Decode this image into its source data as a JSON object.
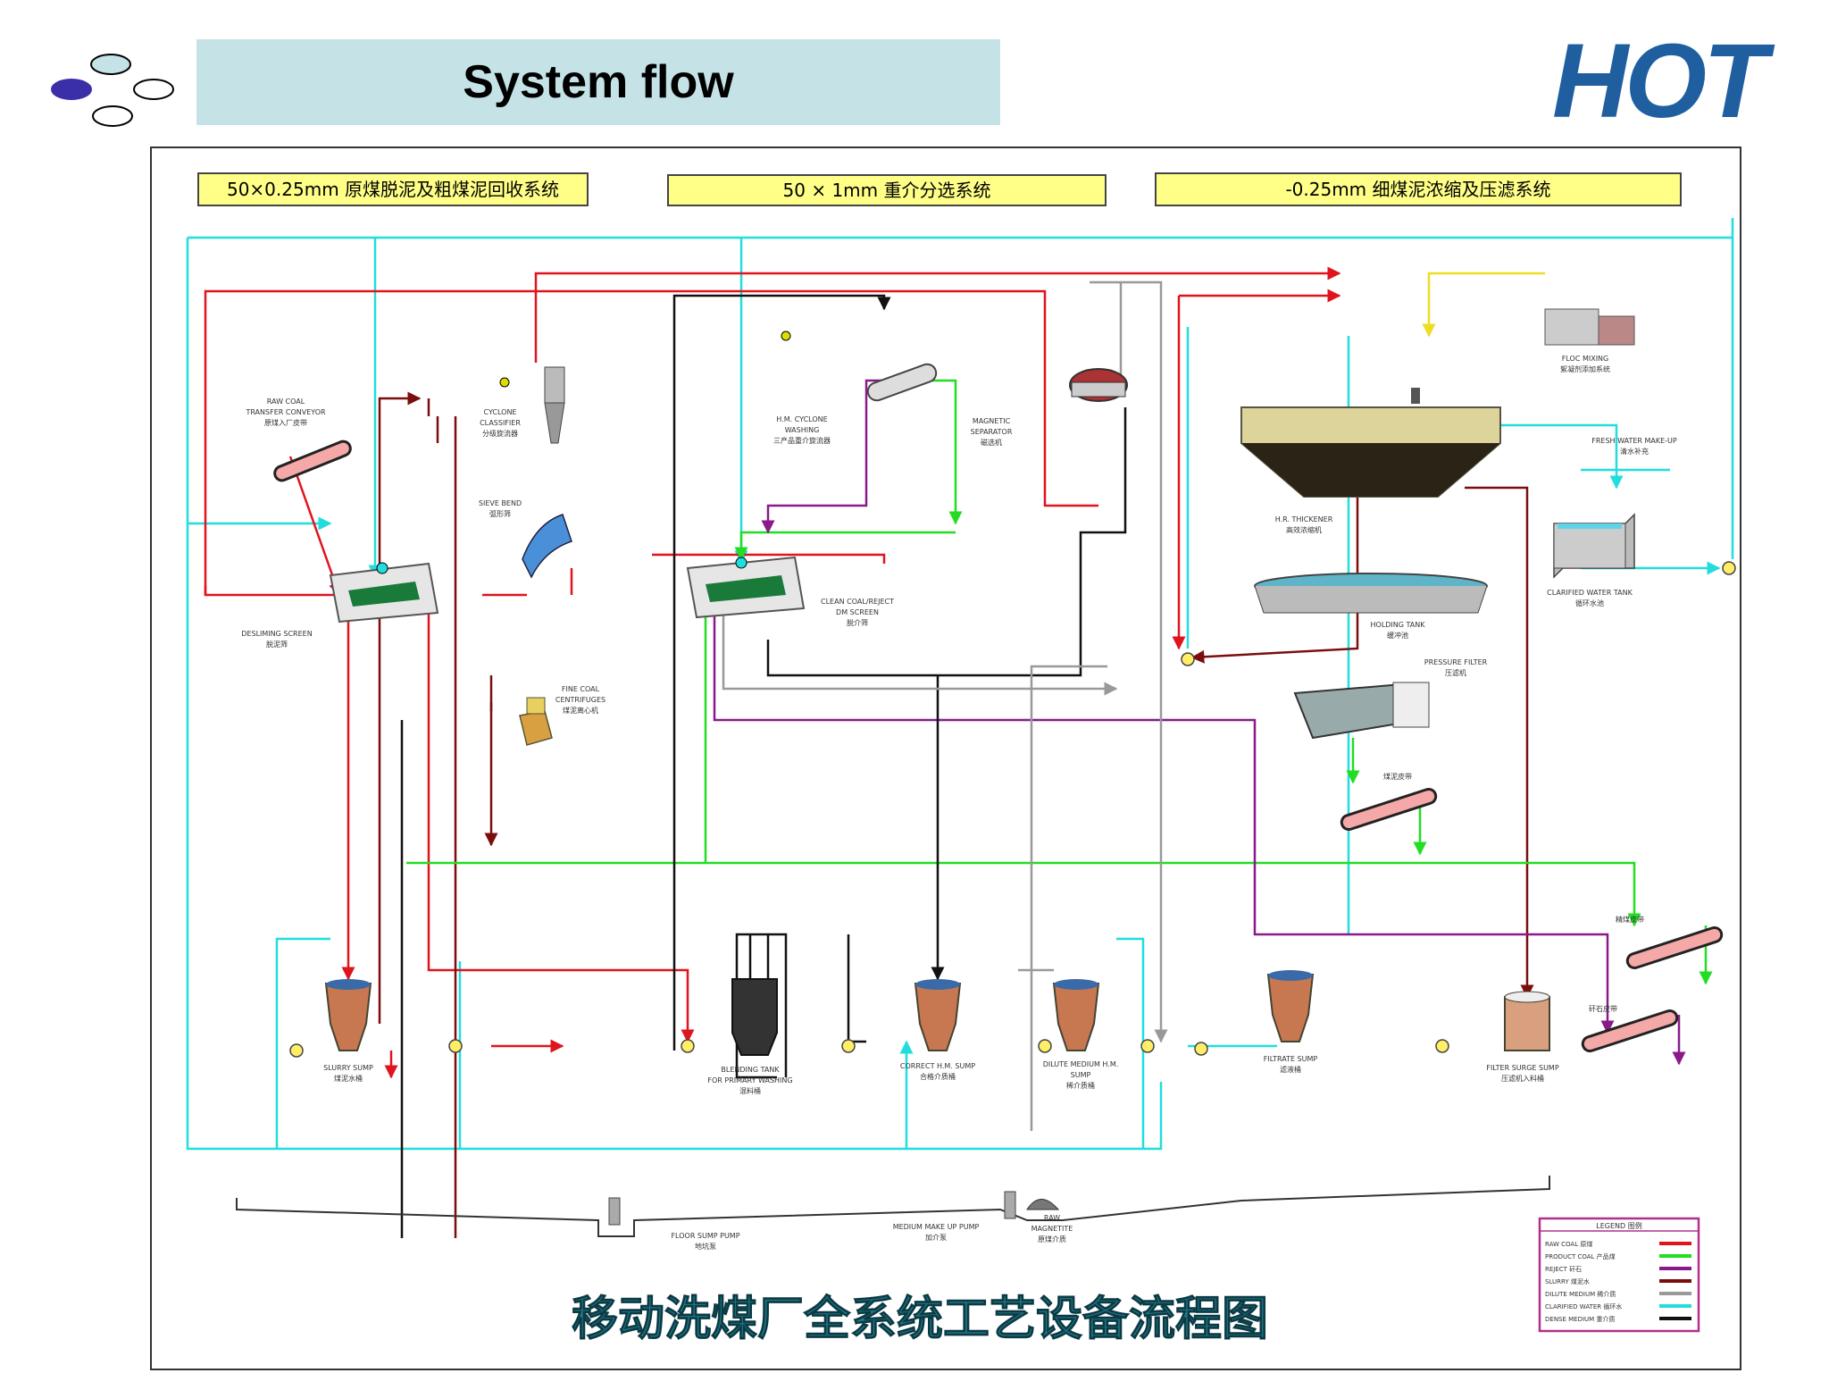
{
  "header": {
    "title": "System flow",
    "logo_text": "HOT"
  },
  "sections": [
    "50×0.25mm 原煤脱泥及粗煤泥回收系统",
    "50 × 1mm 重介分选系统",
    "-0.25mm 细煤泥浓缩及压滤系统"
  ],
  "equipment": {
    "raw_coal_conveyor": [
      "RAW COAL",
      "TRANSFER CONVEYOR",
      "原煤入厂皮带"
    ],
    "desliming_screen": [
      "DESLIMING SCREEN",
      "脱泥筛"
    ],
    "cyclone_classifier": [
      "CYCLONE",
      "CLASSIFIER",
      "分级旋流器"
    ],
    "sieve_bend": [
      "SIEVE BEND",
      "弧形筛"
    ],
    "fine_coal_centrifuges": [
      "FINE COAL",
      "CENTRIFUGES",
      "煤泥离心机"
    ],
    "hm_cyclone": [
      "H.M. CYCLONE",
      "WASHING",
      "三产品重介旋流器"
    ],
    "magnetic_separator": [
      "MAGNETIC",
      "SEPARATOR",
      "磁选机"
    ],
    "clean_coal_screen": [
      "CLEAN COAL/REJECT",
      "DM SCREEN",
      "脱介筛"
    ],
    "flocculant": [
      "FLOC MIXING",
      "絮凝剂添加系统"
    ],
    "thickener": [
      "H.R. THICKENER",
      "高效浓缩机"
    ],
    "holding_tank": [
      "HOLDING TANK",
      "缓冲池"
    ],
    "fresh_water": [
      "FRESH WATER MAKE-UP",
      "清水补充"
    ],
    "clarified_water_tank": [
      "CLARIFIED WATER TANK",
      "循环水池"
    ],
    "pressure_filter": [
      "PRESSURE FILTER",
      "压滤机"
    ],
    "cake_belt": [
      "煤泥皮带"
    ],
    "product_belt": [
      "精煤皮带"
    ],
    "reject_belt": [
      "矸石皮带"
    ],
    "slurry_sump": [
      "SLURRY SUMP",
      "煤泥水桶"
    ],
    "blending_tank": [
      "BLENDING TANK",
      "FOR PRIMARY WASHING",
      "混料桶"
    ],
    "correct_sump": [
      "CORRECT H.M. SUMP",
      "合格介质桶"
    ],
    "dilute_sump": [
      "DILUTE MEDIUM H.M.",
      "SUMP",
      "稀介质桶"
    ],
    "filtrate_sump": [
      "FILTRATE SUMP",
      "滤液桶"
    ],
    "filter_surge_sump": [
      "FILTER SURGE SUMP",
      "压滤机入料桶"
    ],
    "floor_sump": [
      "FLOOR SUMP  PUMP",
      "地坑泵"
    ],
    "medium_makeup": [
      "MEDIUM MAKE UP PUMP",
      "加介泵"
    ],
    "raw_magnetite": [
      "RAW",
      "MAGNETITE",
      "原煤介质"
    ]
  },
  "legend": {
    "title": "LEGEND 图例",
    "items": [
      {
        "label": "RAW COAL 原煤",
        "color": "#e0141e"
      },
      {
        "label": "PRODUCT COAL 产品煤",
        "color": "#22dd22"
      },
      {
        "label": "REJECT 矸石",
        "color": "#8a1a8a"
      },
      {
        "label": "SLURRY 煤泥水",
        "color": "#7a0e0e"
      },
      {
        "label": "DILUTE MEDIUM 稀介质",
        "color": "#999999"
      },
      {
        "label": "CLARIFIED WATER 循环水",
        "color": "#22dddd"
      },
      {
        "label": "DENSE MEDIUM 重介质",
        "color": "#111111"
      }
    ]
  },
  "footer_title": "移动洗煤厂全系统工艺设备流程图",
  "colors": {
    "raw": "#e0141e",
    "product": "#22dd22",
    "reject": "#8a1a8a",
    "slurry": "#7a0e0e",
    "dilute": "#999999",
    "water": "#22dddd",
    "dense": "#111111",
    "title_band": "#c5e3e6",
    "logo_blue": "#1f5fa0",
    "logo_green": "#7cc242"
  }
}
